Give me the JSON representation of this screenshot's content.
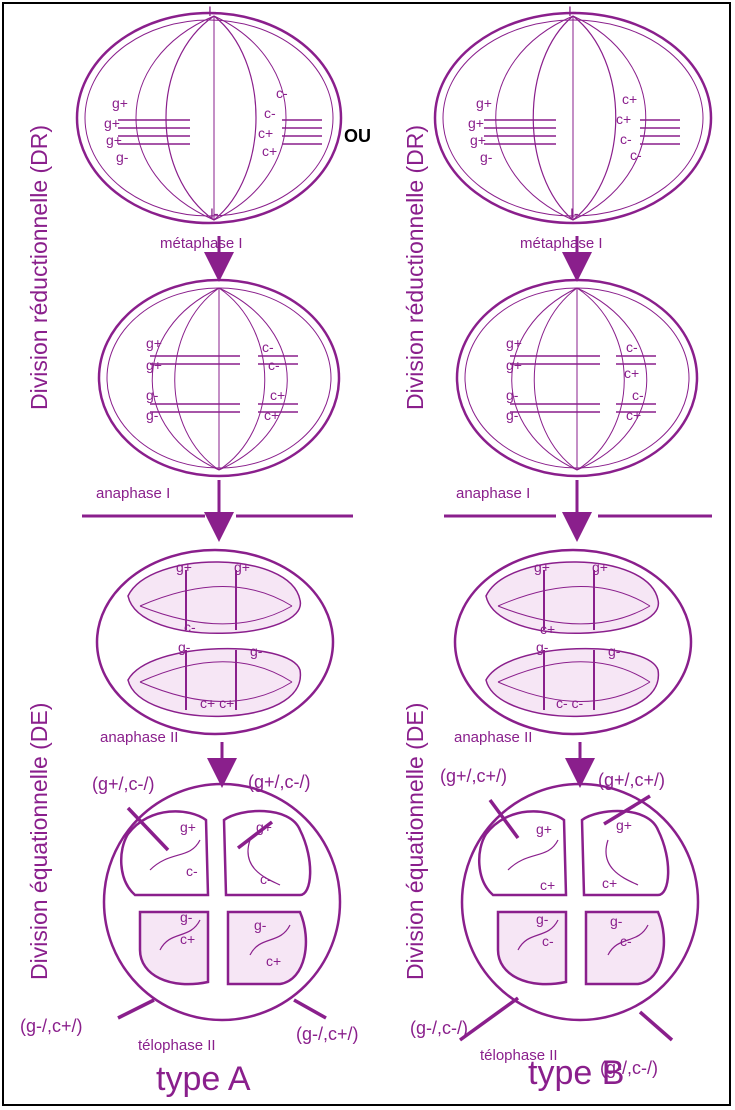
{
  "colors": {
    "accent": "#8a1f8c",
    "fill": "#f6e6f5",
    "frame": "#000000"
  },
  "side_labels": {
    "dr": "Division réductionnelle (DR)",
    "de": "Division équationnelle (DE)"
  },
  "or_label": "OU",
  "stages": {
    "metaphase": "métaphase I",
    "anaphase1": "anaphase I",
    "anaphase2": "anaphase II",
    "telophase": "télophase II"
  },
  "alleles": {
    "g_plus": "g+",
    "g_minus": "g-",
    "c_plus": "c+",
    "c_minus": "c-",
    "pole": "I-"
  },
  "type_a": {
    "title": "type A",
    "metaphase_right": [
      "c-",
      "c-",
      "c+",
      "c+"
    ],
    "anaphase_right_top": [
      "c-",
      "c-"
    ],
    "anaphase_right_bottom": [
      "c+",
      "c+"
    ],
    "ana2_top_bottom": "c-",
    "ana2_bottom_bottom": "c+ c+",
    "tel_top_left_c": "c-",
    "tel_top_right_c": "c-",
    "tel_bottom_left_c": "c+",
    "tel_bottom_right_c": "c+",
    "genotypes": [
      "(g+/,c-/)",
      "(g+/,c-/)",
      "(g-/,c+/)",
      "(g-/,c+/)"
    ]
  },
  "type_b": {
    "title": "type B",
    "metaphase_right": [
      "c+",
      "c+",
      "c-",
      "c-"
    ],
    "anaphase_right_top": [
      "c-",
      "c+"
    ],
    "anaphase_right_bottom": [
      "c-",
      "c+"
    ],
    "ana2_top_bottom": "c+",
    "ana2_bottom_bottom": "c- c-",
    "tel_top_left_c": "c+",
    "tel_top_right_c": "c+",
    "tel_bottom_left_c": "c-",
    "tel_bottom_right_c": "c-",
    "genotypes": [
      "(g+/,c+/)",
      "(g+/,c+/)",
      "(g-/,c-/)",
      "(g-/,c-/)"
    ]
  }
}
